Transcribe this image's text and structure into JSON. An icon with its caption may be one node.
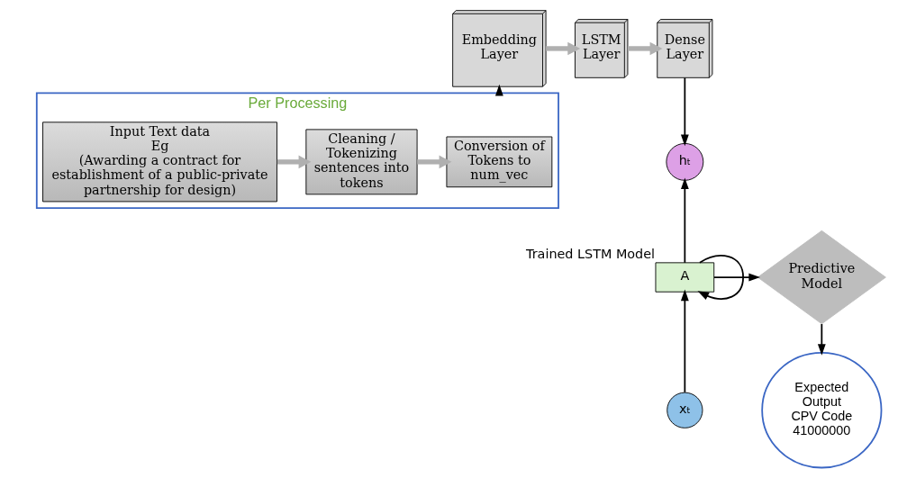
{
  "diagram": {
    "nodes": [
      {
        "text": [
          "Per Processing"
        ]
      },
      {
        "text": [
          "Input Text data",
          "Eg",
          "(Awarding a contract for establishment of a public-private partnership for design)"
        ],
        "in": 0
      },
      {
        "text": [
          "Cleaning / Tokenizing sentences into tokens"
        ],
        "in": 0
      },
      {
        "text": [
          "Conversion of Tokens to num_vec"
        ],
        "in": 0
      },
      {
        "text": [
          "Embedding Layer"
        ]
      },
      {
        "text": [
          "LSTM Layer"
        ]
      },
      {
        "text": [
          "Dense Layer"
        ]
      },
      {
        "text": [
          "hₜ"
        ]
      },
      {
        "text": [
          "A"
        ],
        "beside": [
          "Trained LSTM Model"
        ]
      },
      {
        "text": [
          "xₜ"
        ]
      },
      {
        "text": [
          "Predictive Model"
        ]
      },
      {
        "text": [
          "Expected Output",
          "CPV Code 41000000"
        ]
      }
    ],
    "edges": [
      {
        "from": 1,
        "to": 2,
        "arrow": "to",
        "style": "thick",
        "color": "#b0b0b0"
      },
      {
        "from": 2,
        "to": 3,
        "arrow": "to",
        "style": "thick",
        "color": "#b0b0b0"
      },
      {
        "from": 0,
        "to": 4,
        "arrow": "to"
      },
      {
        "from": 4,
        "to": 5,
        "arrow": "to",
        "style": "thick",
        "color": "#b0b0b0"
      },
      {
        "from": 5,
        "to": 6,
        "arrow": "to",
        "style": "thick",
        "color": "#b0b0b0"
      },
      {
        "from": 6,
        "to": 7,
        "arrow": "to"
      },
      {
        "from": 9,
        "to": 8,
        "arrow": "to"
      },
      {
        "from": 8,
        "to": 7,
        "arrow": "to"
      },
      {
        "from": 8,
        "to": 8,
        "arrow": "to"
      },
      {
        "from": 8,
        "to": 10,
        "arrow": "to"
      },
      {
        "from": 10,
        "to": 11,
        "arrow": "to"
      }
    ]
  }
}
